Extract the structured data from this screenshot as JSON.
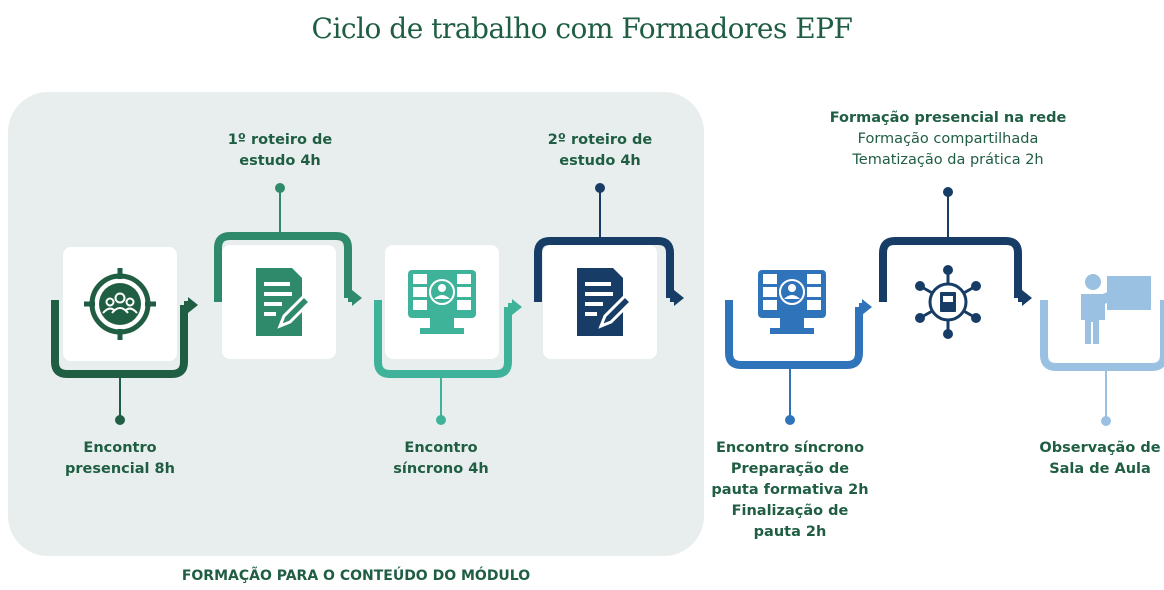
{
  "title": "Ciclo de trabalho com Formadores EPF",
  "panel_caption": "FORMAÇÃO PARA O CONTEÚDO DO MÓDULO",
  "colors": {
    "dark_green": "#1f5e43",
    "mid_green": "#2e8a6a",
    "teal": "#3fb39a",
    "navy": "#173d66",
    "blue": "#2f73bb",
    "light_blue": "#9ac0e2",
    "panel_bg": "#e8eeed"
  },
  "steps": [
    {
      "id": "encontro-presencial",
      "icon": "team-target-icon",
      "lines": [
        "Encontro",
        "presencial 8h"
      ]
    },
    {
      "id": "roteiro-1",
      "icon": "document-edit-icon",
      "lines": [
        "1º roteiro de",
        "estudo 4h"
      ]
    },
    {
      "id": "encontro-sincrono",
      "icon": "video-conference-icon",
      "lines": [
        "Encontro",
        "síncrono 4h"
      ]
    },
    {
      "id": "roteiro-2",
      "icon": "document-edit-icon",
      "lines": [
        "2º roteiro de",
        "estudo 4h"
      ]
    },
    {
      "id": "encontro-sincrono-prep",
      "icon": "video-conference-icon",
      "lines": [
        "Encontro síncrono",
        "Preparação de",
        "pauta formativa 2h",
        "Finalização de",
        "pauta 2h"
      ]
    },
    {
      "id": "formacao-presencial-rede",
      "icon": "network-book-icon",
      "lines": [
        "Formação presencial na rede",
        "Formação compartilhada",
        "Tematização da prática 2h"
      ]
    },
    {
      "id": "observacao-sala",
      "icon": "teacher-board-icon",
      "lines": [
        "Observação de",
        "Sala de Aula"
      ]
    }
  ]
}
